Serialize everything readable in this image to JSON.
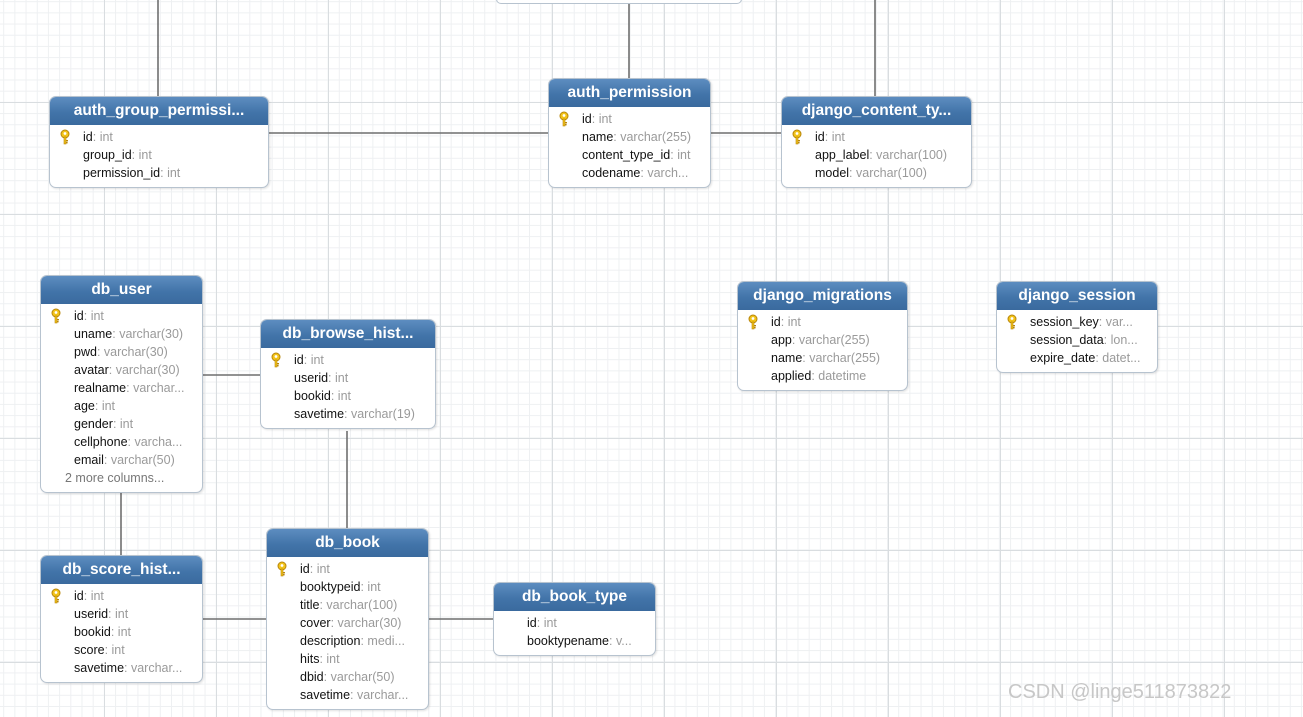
{
  "colors": {
    "header_bg": "#4a7cb1",
    "line": "#6f6f6f",
    "type_text": "#9a9a9a",
    "key_icon": "#f2c318"
  },
  "tables": [
    {
      "name": "auth_group_permissi...",
      "columns": [
        {
          "name": "id",
          "type": "int",
          "key": true
        },
        {
          "name": "group_id",
          "type": "int"
        },
        {
          "name": "permission_id",
          "type": "int"
        }
      ]
    },
    {
      "name": "auth_permission",
      "columns": [
        {
          "name": "id",
          "type": "int",
          "key": true
        },
        {
          "name": "name",
          "type": "varchar(255)"
        },
        {
          "name": "content_type_id",
          "type": "int"
        },
        {
          "name": "codename",
          "type": "varch..."
        }
      ]
    },
    {
      "name": "django_content_ty...",
      "columns": [
        {
          "name": "id",
          "type": "int",
          "key": true
        },
        {
          "name": "app_label",
          "type": "varchar(100)"
        },
        {
          "name": "model",
          "type": "varchar(100)"
        }
      ]
    },
    {
      "name": "db_user",
      "columns": [
        {
          "name": "id",
          "type": "int",
          "key": true
        },
        {
          "name": "uname",
          "type": "varchar(30)"
        },
        {
          "name": "pwd",
          "type": "varchar(30)"
        },
        {
          "name": "avatar",
          "type": "varchar(30)"
        },
        {
          "name": "realname",
          "type": "varchar..."
        },
        {
          "name": "age",
          "type": "int"
        },
        {
          "name": "gender",
          "type": "int"
        },
        {
          "name": "cellphone",
          "type": "varcha..."
        },
        {
          "name": "email",
          "type": "varchar(50)"
        }
      ],
      "more": "2 more columns..."
    },
    {
      "name": "db_browse_hist...",
      "columns": [
        {
          "name": "id",
          "type": "int",
          "key": true
        },
        {
          "name": "userid",
          "type": "int"
        },
        {
          "name": "bookid",
          "type": "int"
        },
        {
          "name": "savetime",
          "type": "varchar(19)"
        }
      ]
    },
    {
      "name": "django_migrations",
      "columns": [
        {
          "name": "id",
          "type": "int",
          "key": true
        },
        {
          "name": "app",
          "type": "varchar(255)"
        },
        {
          "name": "name",
          "type": "varchar(255)"
        },
        {
          "name": "applied",
          "type": "datetime"
        }
      ]
    },
    {
      "name": "django_session",
      "columns": [
        {
          "name": "session_key",
          "type": "var...",
          "key": true
        },
        {
          "name": "session_data",
          "type": "lon..."
        },
        {
          "name": "expire_date",
          "type": "datet..."
        }
      ]
    },
    {
      "name": "db_score_hist...",
      "columns": [
        {
          "name": "id",
          "type": "int",
          "key": true
        },
        {
          "name": "userid",
          "type": "int"
        },
        {
          "name": "bookid",
          "type": "int"
        },
        {
          "name": "score",
          "type": "int"
        },
        {
          "name": "savetime",
          "type": "varchar..."
        }
      ]
    },
    {
      "name": "db_book",
      "columns": [
        {
          "name": "id",
          "type": "int",
          "key": true
        },
        {
          "name": "booktypeid",
          "type": "int"
        },
        {
          "name": "title",
          "type": "varchar(100)"
        },
        {
          "name": "cover",
          "type": "varchar(30)"
        },
        {
          "name": "description",
          "type": "medi..."
        },
        {
          "name": "hits",
          "type": "int"
        },
        {
          "name": "dbid",
          "type": "varchar(50)"
        },
        {
          "name": "savetime",
          "type": "varchar..."
        }
      ]
    },
    {
      "name": "db_book_type",
      "columns": [
        {
          "name": "id",
          "type": "int"
        },
        {
          "name": "booktypename",
          "type": "v..."
        }
      ]
    }
  ],
  "watermark": "CSDN @linge511873822"
}
